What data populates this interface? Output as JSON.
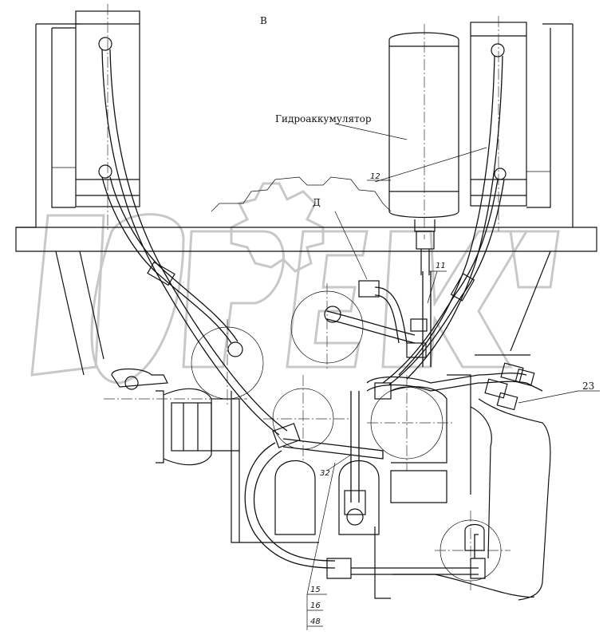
{
  "view_label": "В",
  "labels": {
    "accumulator": "Гидроаккумулятор",
    "view_d": "Д",
    "part_12": "12",
    "part_11": "11",
    "part_23": "23",
    "part_32": "32",
    "part_15": "15",
    "part_16": "16",
    "part_48": "48"
  },
  "watermark": "ОРЕХ"
}
